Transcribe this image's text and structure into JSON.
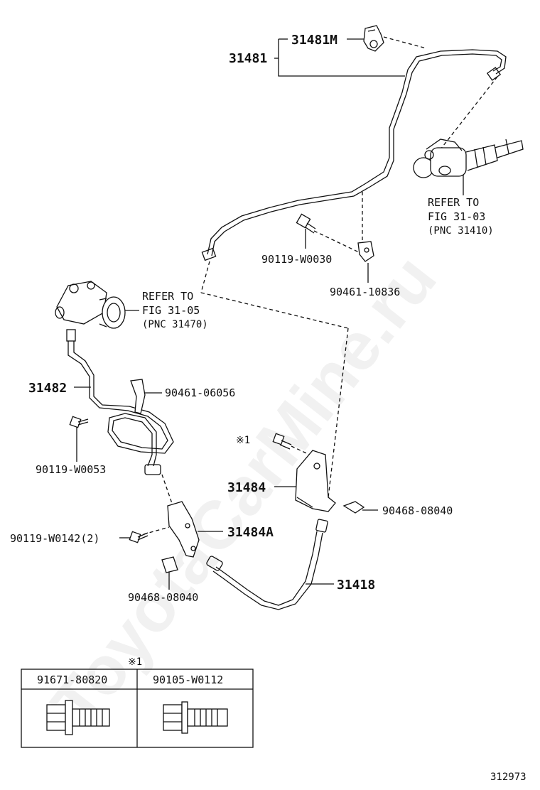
{
  "diagram": {
    "watermark": "ToyotaCarMine.ru",
    "figure_number": "312973",
    "parts": {
      "p31481": "31481",
      "p31481M": "31481M",
      "p31482": "31482",
      "p31484": "31484",
      "p31484A": "31484A",
      "p31418": "31418",
      "p90119_W0030": "90119-W0030",
      "p90461_10836": "90461-10836",
      "p90461_06056": "90461-06056",
      "p90119_W0053": "90119-W0053",
      "p90468_08040_right": "90468-08040",
      "p90119_W0142": "90119-W0142(2)",
      "p90468_08040_left": "90468-08040",
      "note_mark": "※1"
    },
    "refs": {
      "master": {
        "line1": "REFER TO",
        "line2": "FIG 31-03",
        "line3": "(PNC 31410)"
      },
      "release": {
        "line1": "REFER TO",
        "line2": "FIG 31-05",
        "line3": "(PNC 31470)"
      }
    },
    "table": {
      "note": "※1",
      "col1": "91671-80820",
      "col2": "90105-W0112"
    }
  }
}
